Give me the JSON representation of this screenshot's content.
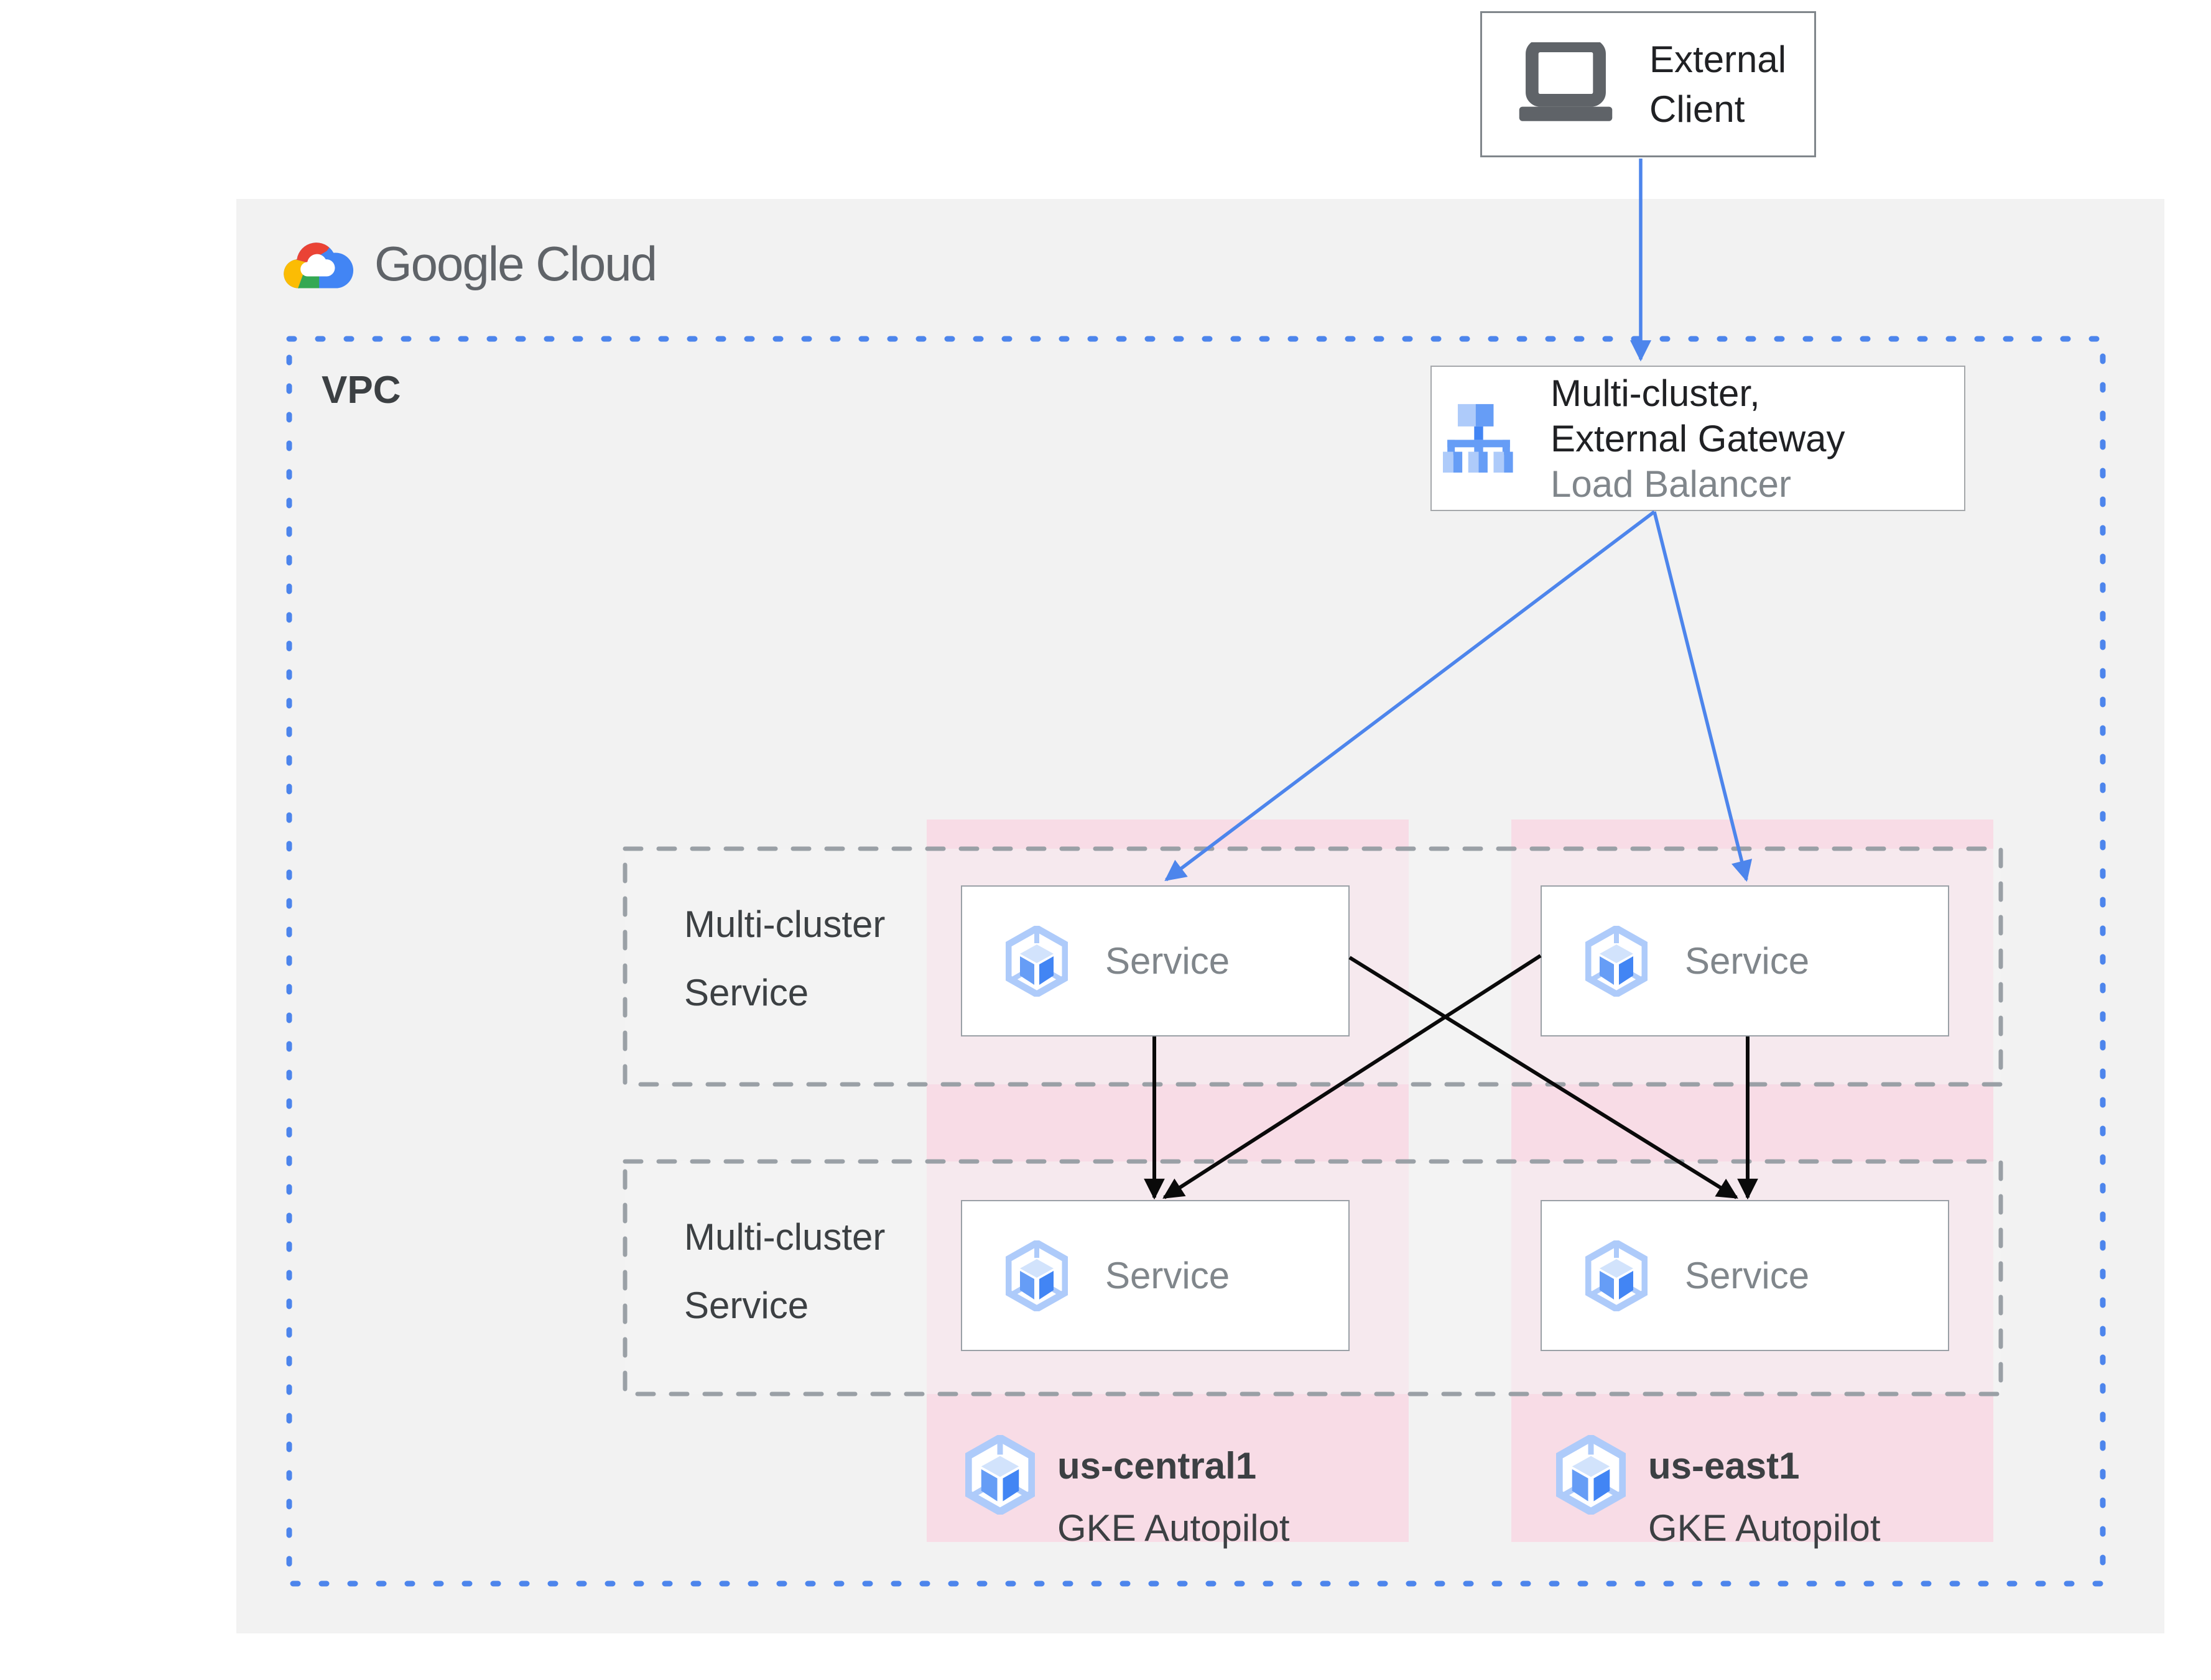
{
  "diagram": {
    "brand": {
      "wordmark": "Google Cloud"
    },
    "external_client": {
      "line1": "External",
      "line2": "Client"
    },
    "vpc_label": "VPC",
    "gateway": {
      "title_line1": "Multi-cluster,",
      "title_line2": "External Gateway",
      "subtitle": "Load Balancer"
    },
    "service_rows": [
      {
        "label_line1": "Multi-cluster",
        "label_line2": "Service"
      },
      {
        "label_line1": "Multi-cluster",
        "label_line2": "Service"
      }
    ],
    "services": [
      {
        "label": "Service"
      },
      {
        "label": "Service"
      },
      {
        "label": "Service"
      },
      {
        "label": "Service"
      }
    ],
    "clusters": [
      {
        "region": "us-central1",
        "product": "GKE Autopilot"
      },
      {
        "region": "us-east1",
        "product": "GKE Autopilot"
      }
    ],
    "colors": {
      "accent_blue": "#4d85ec",
      "google_blue": "#4285f4",
      "google_blue_mid": "#669df6",
      "google_blue_light": "#aecbfa",
      "google_blue_pale": "#d2e3fc",
      "google_red": "#ea4335",
      "google_yellow": "#fbbc04",
      "google_green": "#34a853",
      "pink_region": "#f8dce6",
      "canvas_gray": "#f2f2f2",
      "border_gray": "#9aa0a6",
      "text_dark": "#202124",
      "text_medium": "#3c4043",
      "text_gray": "#80868b"
    }
  }
}
